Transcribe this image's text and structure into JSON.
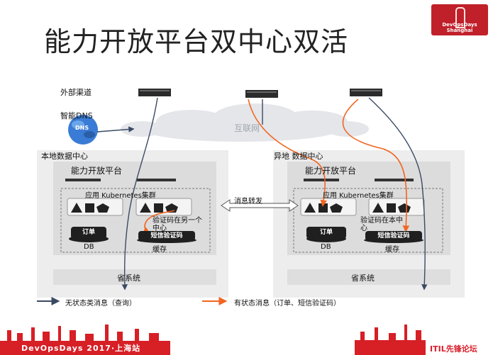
{
  "title": "能力开放平台双中心双活",
  "logo": {
    "text": "DevOpsDays Shanghai"
  },
  "external_channel": "外部渠道",
  "smart_dns": "智能DNS",
  "dns_badge": "DNS",
  "internet": "互联网",
  "message_forward": "消息转发",
  "local_dc": {
    "title": "本地数据中心",
    "platform": "能力开放平台",
    "cluster": "应用 Kubernetes集群",
    "note": "验证码在另一个中心",
    "order": "订单",
    "db": "DB",
    "sms": "短信验证码",
    "cache": "缓存",
    "province": "省系统"
  },
  "remote_dc": {
    "title": "异地 数据中心",
    "platform": "能力开放平台",
    "cluster": "应用 Kubernetes集群",
    "note": "验证码在本中心",
    "order": "订单",
    "db": "DB",
    "sms": "短信验证码",
    "cache": "缓存",
    "province": "省系统"
  },
  "legend": {
    "stateless": "无状态类消息（查询）",
    "stateful": "有状态消息（订单、短信验证码）"
  },
  "footer": {
    "left": "DevOpsDays 2017·上海站",
    "right": "ITIL先锋论坛"
  },
  "colors": {
    "stateless_arrow": "#3b4a63",
    "stateful_arrow": "#f26522",
    "brand_red": "#c0202a"
  }
}
